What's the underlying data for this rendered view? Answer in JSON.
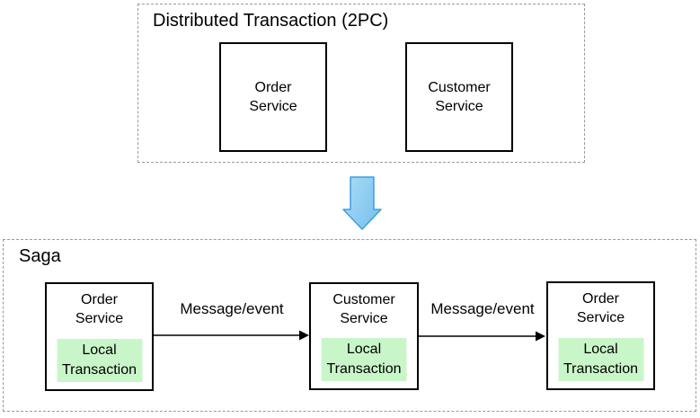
{
  "colors": {
    "background": "#ffffff",
    "text": "#000000",
    "box_border": "#000000",
    "group_border": "#999999",
    "local_transaction_fill": "#c9f6c9",
    "arrow_fill_light": "#abdcf6",
    "arrow_fill_dark": "#7cc3ee",
    "arrow_stroke": "#3e9edd"
  },
  "top_group": {
    "title": "Distributed Transaction (2PC)",
    "boxes": [
      {
        "label": "Order\nService"
      },
      {
        "label": "Customer\nService"
      }
    ]
  },
  "transition": {
    "icon": "down-arrow-icon"
  },
  "saga_group": {
    "title": "Saga",
    "boxes": [
      {
        "label": "Order\nService",
        "local_label": "Local\nTransaction"
      },
      {
        "label": "Customer\nService",
        "local_label": "Local\nTransaction"
      },
      {
        "label": "Order\nService",
        "local_label": "Local\nTransaction"
      }
    ],
    "edges": [
      {
        "label": "Message/event"
      },
      {
        "label": "Message/event"
      }
    ]
  }
}
